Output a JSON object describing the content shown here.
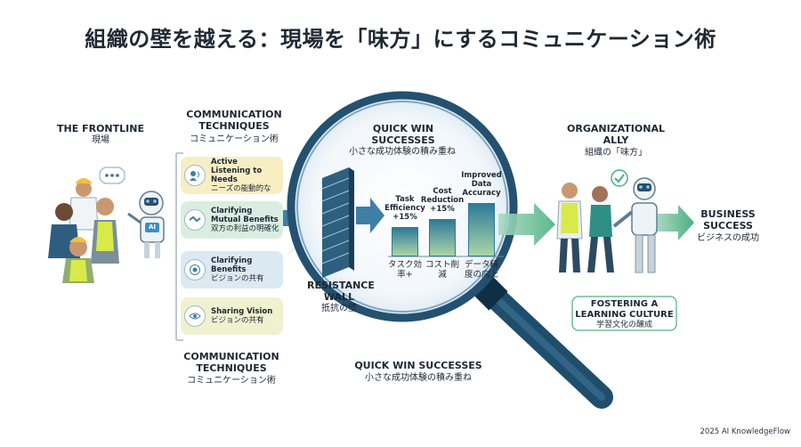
{
  "title": "組織の壁を越える：現場を「味方」にするコミュニケーション術",
  "frontline": {
    "en": "THE FRONTLINE",
    "jp": "現場"
  },
  "techniques_top": {
    "en": "COMMUNICATION TECHNIQUES",
    "jp": "コミュニケーション術"
  },
  "techniques_bottom": {
    "en": "COMMUNICATION TECHNIQUES",
    "jp": "コミュニケーション術"
  },
  "cards": [
    {
      "en": "Active Listening to Needs",
      "jp": "ニーズの能動的な",
      "color": "#f8eec4",
      "icon": "listening-icon"
    },
    {
      "en": "Clarifying Mutual Benefits",
      "jp": "双方の利益の明確化",
      "color": "#d9eee1",
      "icon": "handshake-icon"
    },
    {
      "en": "Clarifying Benefits",
      "jp": "ビジョンの共有",
      "color": "#dbe9f2",
      "icon": "target-icon"
    },
    {
      "en": "Sharing Vision",
      "jp": "ビジョンの共有",
      "color": "#f0f1cf",
      "icon": "eye-icon"
    }
  ],
  "quick_win_top": {
    "en": "QUICK WIN SUCCESSES",
    "jp": "小さな成功体験の積み重ね"
  },
  "quick_win_bottom": {
    "en": "QUICK WIN SUCCESSES",
    "jp": "小さな成功体験の積み重ね"
  },
  "wall": {
    "en": "RESISTANCE WALL",
    "jp": "抵抗の壁"
  },
  "bars": [
    {
      "en": "Task Efficiency +15%",
      "jp": "タスク効率+",
      "level": 0.55
    },
    {
      "en": "Cost Reduction +15%",
      "jp": "コスト削減",
      "level": 0.7
    },
    {
      "en": "Improved Data Accuracy",
      "jp": "データ精度の向上",
      "level": 1.0
    }
  ],
  "ally": {
    "en": "ORGANIZATIONAL ALLY",
    "jp": "組織の「味方」"
  },
  "business": {
    "en": "BUSINESS SUCCESS",
    "jp": "ビジネスの成功"
  },
  "learning": {
    "en": "FOSTERING A LEARNING CULTURE",
    "jp": "学習文化の醸成"
  },
  "robot_badge": "AI",
  "footer": "2025 AI KnowledgeFlow"
}
